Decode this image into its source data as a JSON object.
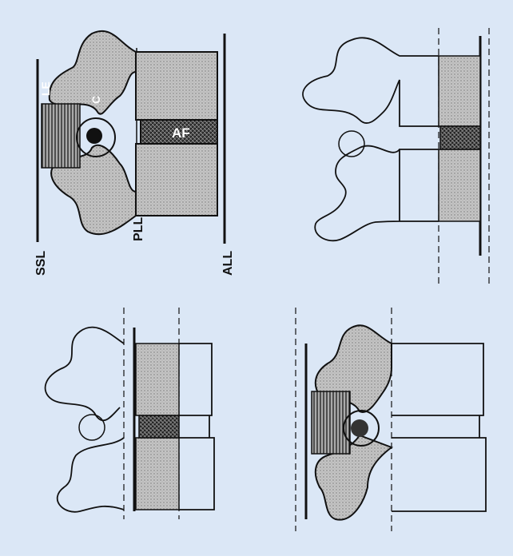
{
  "figure": {
    "background_color": "#dbe7f6",
    "panel_color": "#ffffff",
    "tissue_gray": "#bdbdbd",
    "outline_color": "#111111"
  },
  "labels": {
    "ssl": "SSL",
    "pll": "PLL",
    "all": "ALL",
    "af": "AF",
    "le": "LE",
    "c": "C"
  },
  "panels": [
    {
      "id": "top-left",
      "description_icon": "spinal-segment-labeled"
    },
    {
      "id": "top-right",
      "description_icon": "spinal-segment-outline"
    },
    {
      "id": "bottom-left",
      "description_icon": "spinal-segment-outline"
    },
    {
      "id": "bottom-right",
      "description_icon": "spinal-segment-outline"
    }
  ]
}
